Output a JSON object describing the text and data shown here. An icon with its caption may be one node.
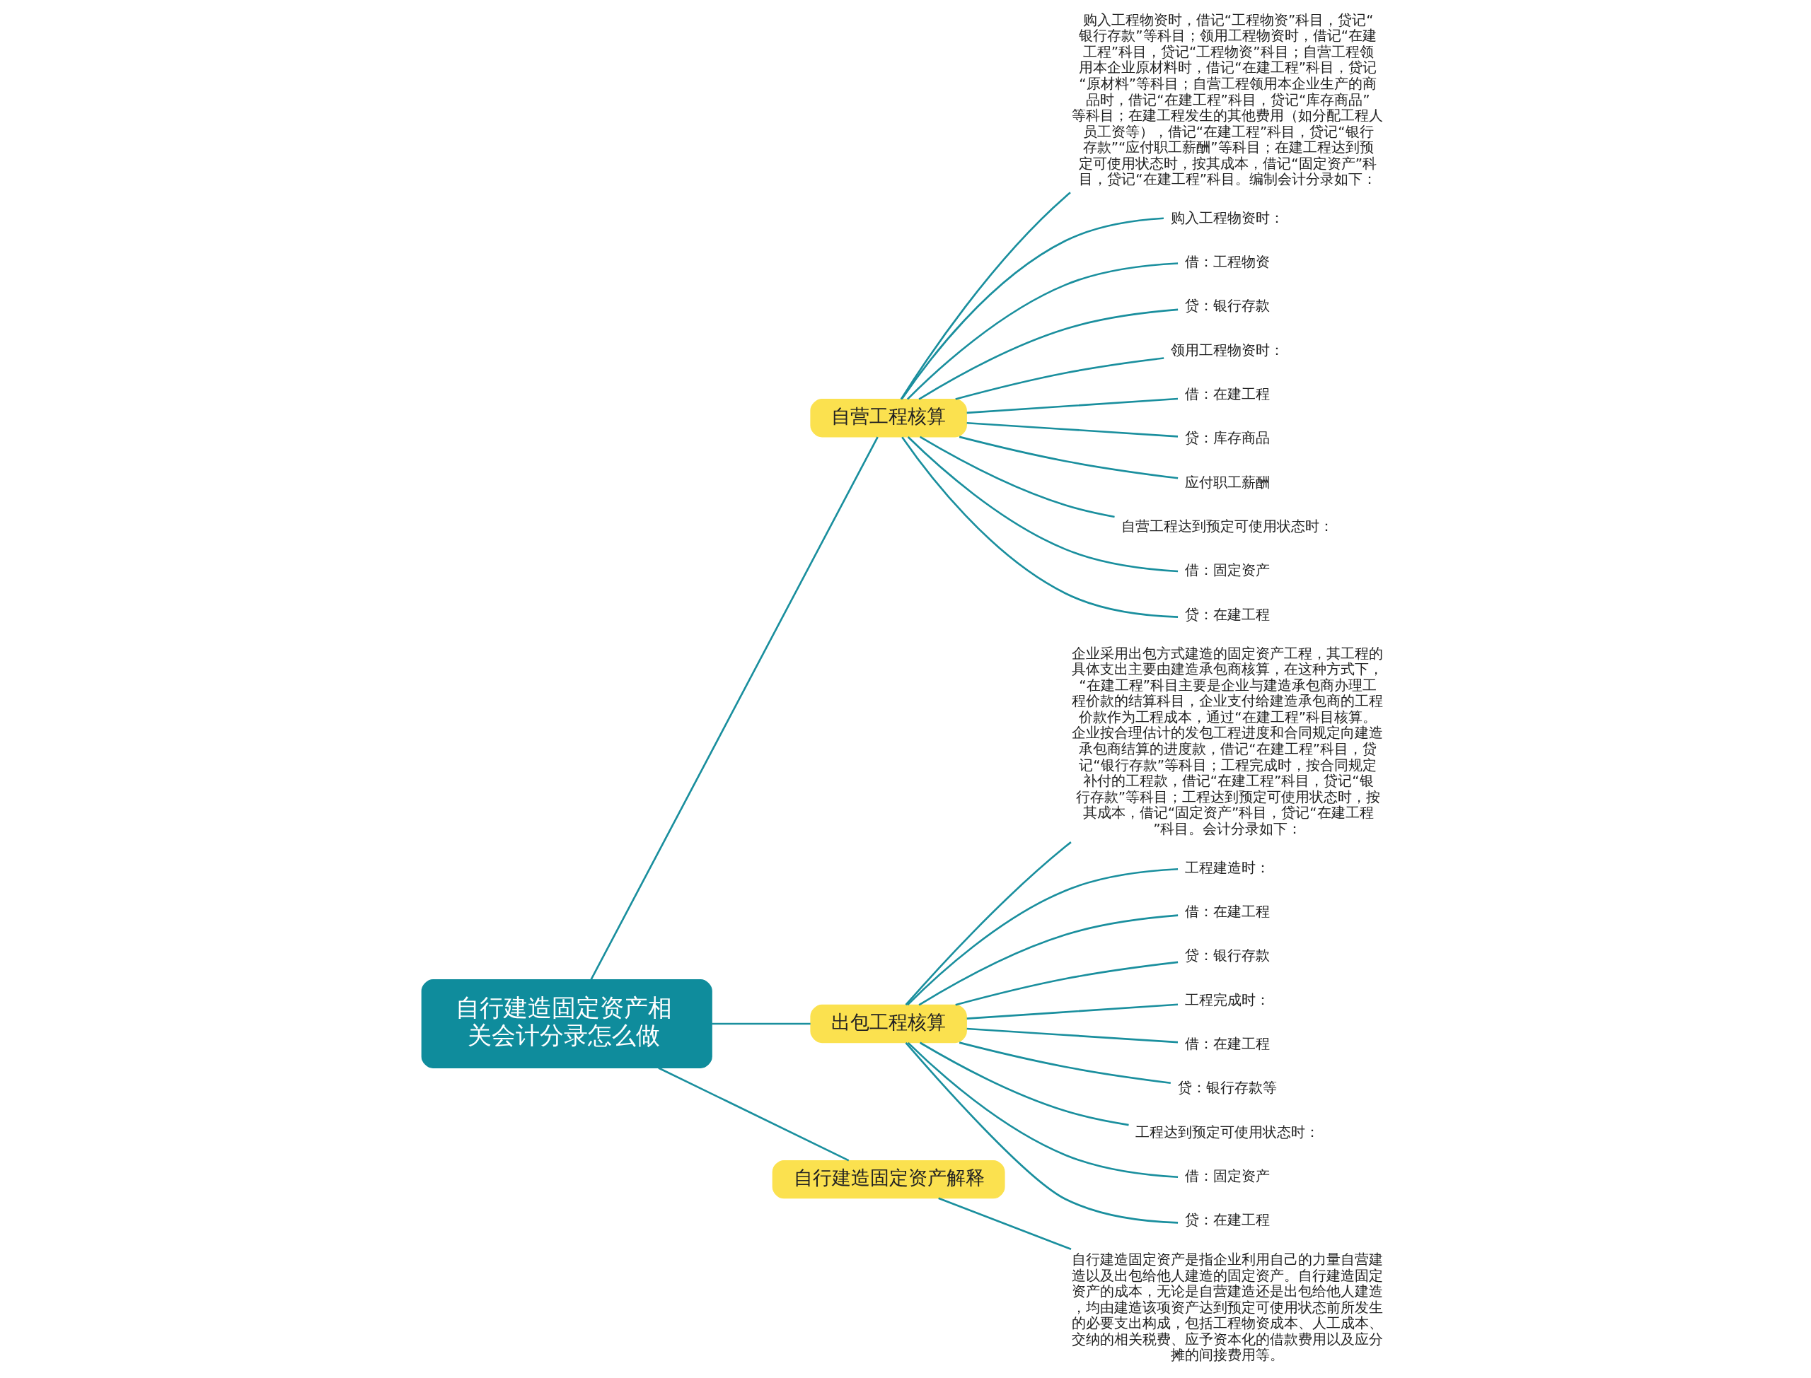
{
  "diagram": {
    "nodes": [
      {
        "text": [
          "自行建造固定资产相关会计分录怎么做"
        ]
      },
      {
        "text": [
          "自营工程核算"
        ]
      },
      {
        "text": [
          "购入工程物资时，借记“工程物资”科目，贷记“银行存款”等科目；领用工程物资时，借记“在建工程”科目，贷记“工程物资”科目；自营工程领用本企业原材料时，借记“在建工程”科目，贷记“原材料”等科目；自营工程领用本企业生产的商品时，借记“在建工程”科目，贷记“库存商品”等科目；在建工程发生的其他费用（如分配工程人员工资等），借记“在建工程”科目，贷记“银行存款”“应付职工薪酬”等科目；在建工程达到预定可使用状态时，按其成本，借记“固定资产”科目，贷记“在建工程”科目。编制会计分录如下："
        ]
      },
      {
        "text": [
          "购入工程物资时："
        ]
      },
      {
        "text": [
          "借：工程物资"
        ]
      },
      {
        "text": [
          "贷：银行存款"
        ]
      },
      {
        "text": [
          "领用工程物资时："
        ]
      },
      {
        "text": [
          "借：在建工程"
        ]
      },
      {
        "text": [
          "贷：库存商品"
        ]
      },
      {
        "text": [
          "应付职工薪酬"
        ]
      },
      {
        "text": [
          "自营工程达到预定可使用状态时："
        ]
      },
      {
        "text": [
          "借：固定资产"
        ]
      },
      {
        "text": [
          "贷：在建工程"
        ]
      },
      {
        "text": [
          "出包工程核算"
        ]
      },
      {
        "text": [
          "企业采用出包方式建造的固定资产工程，其工程的具体支出主要由建造承包商核算，在这种方式下，“在建工程”科目主要是企业与建造承包商办理工程价款的结算科目，企业支付给建造承包商的工程价款作为工程成本，通过“在建工程”科目核算。企业按合理估计的发包工程进度和合同规定向建造承包商结算的进度款，借记“在建工程”科目，贷记“银行存款”等科目；工程完成时，按合同规定补付的工程款，借记“在建工程”科目，贷记“银行存款”等科目；工程达到预定可使用状态时，按其成本，借记“固定资产”科目，贷记“在建工程”科目。会计分录如下："
        ]
      },
      {
        "text": [
          "工程建造时："
        ]
      },
      {
        "text": [
          "借：在建工程"
        ]
      },
      {
        "text": [
          "贷：银行存款"
        ]
      },
      {
        "text": [
          "工程完成时："
        ]
      },
      {
        "text": [
          "借：在建工程"
        ]
      },
      {
        "text": [
          "贷：银行存款等"
        ]
      },
      {
        "text": [
          "工程达到预定可使用状态时："
        ]
      },
      {
        "text": [
          "借：固定资产"
        ]
      },
      {
        "text": [
          "贷：在建工程"
        ]
      },
      {
        "text": [
          "自行建造固定资产解释"
        ]
      },
      {
        "text": [
          "自行建造固定资产是指企业利用自己的力量自营建造以及出包给他人建造的固定资产。自行建造固定资产的成本，无论是自营建造还是出包给他人建造，均由建造该项资产达到预定可使用状态前所发生的必要支出构成，包括工程物资成本、人工成本、交纳的相关税费、应予资本化的借款费用以及应分摊的间接费用等。"
        ]
      }
    ],
    "edges": [
      {
        "from": 0,
        "to": 1,
        "arrow": "none"
      },
      {
        "from": 1,
        "to": 2,
        "arrow": "none"
      },
      {
        "from": 1,
        "to": 3,
        "arrow": "none"
      },
      {
        "from": 1,
        "to": 4,
        "arrow": "none"
      },
      {
        "from": 1,
        "to": 5,
        "arrow": "none"
      },
      {
        "from": 1,
        "to": 6,
        "arrow": "none"
      },
      {
        "from": 1,
        "to": 7,
        "arrow": "none"
      },
      {
        "from": 1,
        "to": 8,
        "arrow": "none"
      },
      {
        "from": 1,
        "to": 9,
        "arrow": "none"
      },
      {
        "from": 1,
        "to": 10,
        "arrow": "none"
      },
      {
        "from": 1,
        "to": 11,
        "arrow": "none"
      },
      {
        "from": 1,
        "to": 12,
        "arrow": "none"
      },
      {
        "from": 0,
        "to": 13,
        "arrow": "none"
      },
      {
        "from": 13,
        "to": 14,
        "arrow": "none"
      },
      {
        "from": 13,
        "to": 15,
        "arrow": "none"
      },
      {
        "from": 13,
        "to": 16,
        "arrow": "none"
      },
      {
        "from": 13,
        "to": 17,
        "arrow": "none"
      },
      {
        "from": 13,
        "to": 18,
        "arrow": "none"
      },
      {
        "from": 13,
        "to": 19,
        "arrow": "none"
      },
      {
        "from": 13,
        "to": 20,
        "arrow": "none"
      },
      {
        "from": 13,
        "to": 21,
        "arrow": "none"
      },
      {
        "from": 13,
        "to": 22,
        "arrow": "none"
      },
      {
        "from": 13,
        "to": 23,
        "arrow": "none"
      },
      {
        "from": 0,
        "to": 24,
        "arrow": "none"
      },
      {
        "from": 24,
        "to": 25,
        "arrow": "none"
      }
    ]
  }
}
